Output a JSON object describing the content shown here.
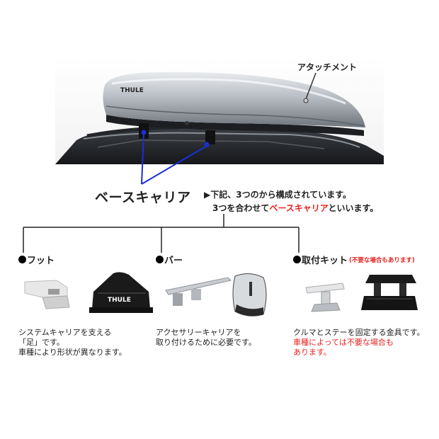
{
  "hero": {
    "brand": "THULE",
    "attachment_label": "アタッチメント"
  },
  "base_carrier_label": "ベースキャリア",
  "intro": {
    "line1": "▶下記、3つのから構成されています。",
    "line2_before": "3つを合わせて",
    "line2_highlight": "ベースキャリア",
    "line2_after": "といいます。"
  },
  "colors": {
    "accent_red": "#e8211e",
    "pointer_blue": "#1a2fd6"
  },
  "components": [
    {
      "title": "フット",
      "note": "",
      "product_brand": "THULE",
      "desc_lines": [
        "システムキャリアを支える",
        "「足」です。",
        "車種により形状が異なります。"
      ],
      "desc_red_lines": []
    },
    {
      "title": "バー",
      "note": "",
      "product_brand": "",
      "desc_lines": [
        "アクセサリーキャリアを",
        "取り付けるために必要です。"
      ],
      "desc_red_lines": []
    },
    {
      "title": "取付キット",
      "note": "(不要な場合もあります)",
      "product_brand": "",
      "desc_lines": [
        "クルマとステーを固定する金具です。"
      ],
      "desc_red_lines": [
        "車種によっては不要な場合も",
        "あります。"
      ]
    }
  ]
}
